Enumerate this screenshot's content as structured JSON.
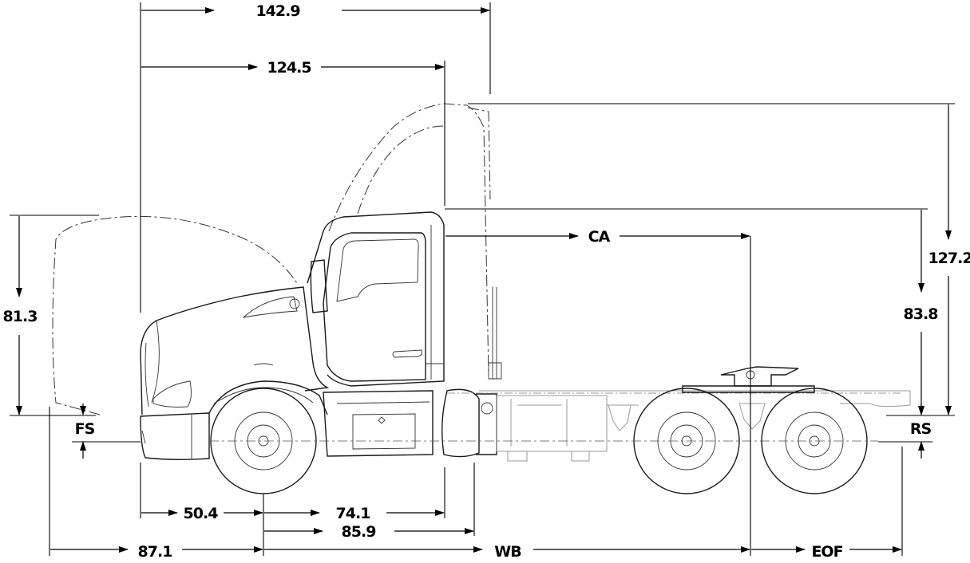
{
  "dimensions": {
    "overall_length_top": "142.9",
    "bumper_to_back_of_cab": "124.5",
    "overall_height": "127.2",
    "hood_open_height": "81.3",
    "frame_height": "83.8",
    "cab_to_axle": "CA",
    "front_suspension": "FS",
    "rear_suspension": "RS",
    "bumper_to_front_axle": "50.4",
    "front_axle_to_back_of_cab": "74.1",
    "front_axle_to_back_of_sleeper": "85.9",
    "bumper_overhang": "87.1",
    "wheelbase": "WB",
    "end_of_frame": "EOF"
  }
}
